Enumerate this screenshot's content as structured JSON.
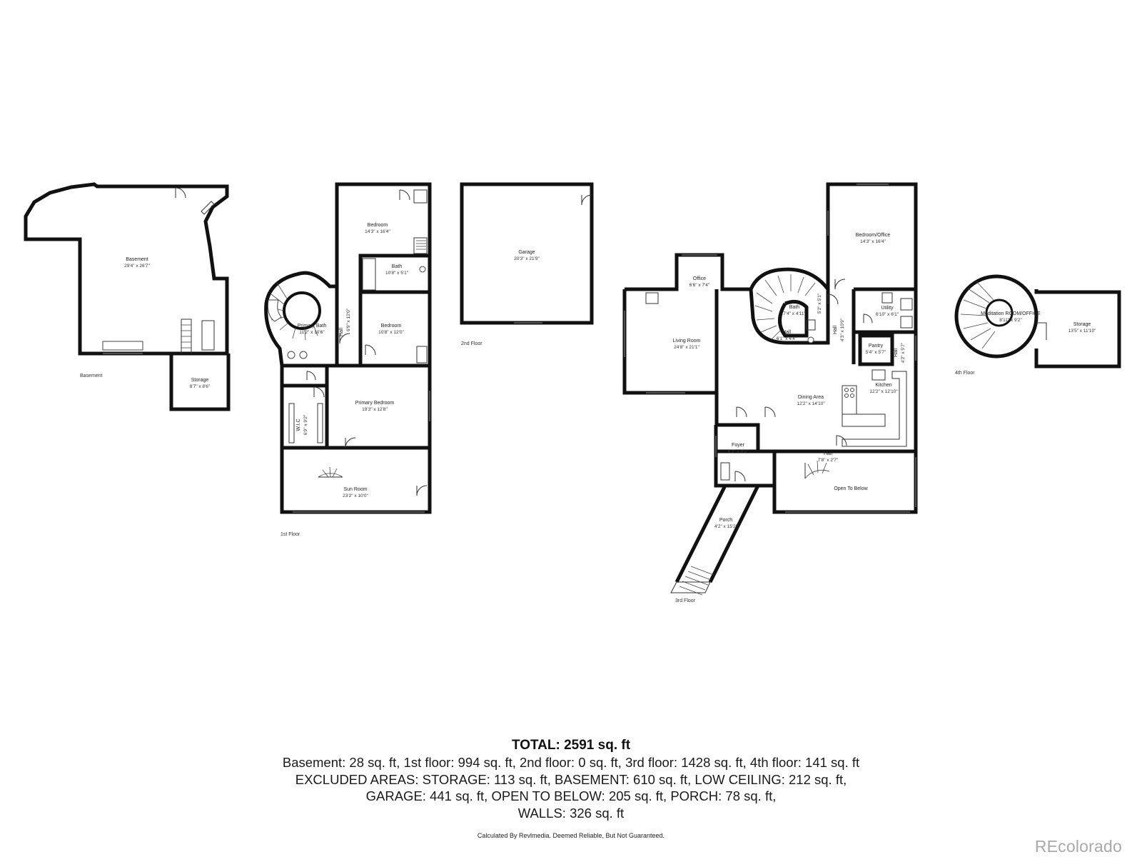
{
  "floors": {
    "basement": {
      "label": "Basement",
      "rooms": [
        {
          "name": "Basement",
          "dim": "29'4\" x 26'7\""
        },
        {
          "name": "Storage",
          "dim": "8'7\" x 8'6\""
        }
      ]
    },
    "first": {
      "label": "1st Floor",
      "rooms": [
        {
          "name": "Bedroom",
          "dim": "14'3\" x 16'4\""
        },
        {
          "name": "Bath",
          "dim": "10'8\" x 5'1\""
        },
        {
          "name": "Primary Bath",
          "dim": "11'2\" x 10'6\""
        },
        {
          "name": "Hall",
          "dim": "6'9\" x 12'0\""
        },
        {
          "name": "Bedroom",
          "dim": "10'8\" x 12'0\""
        },
        {
          "name": "Primary Bedroom",
          "dim": "19'3\" x 12'8\""
        },
        {
          "name": "W.I.C",
          "dim": "6'9\" x 9'2\""
        },
        {
          "name": "Sun Room",
          "dim": "23'2\" x 10'0\""
        }
      ]
    },
    "second": {
      "label": "2nd Floor",
      "rooms": [
        {
          "name": "Garage",
          "dim": "20'3\" x 21'9\""
        }
      ]
    },
    "third": {
      "label": "3rd Floor",
      "rooms": [
        {
          "name": "Office",
          "dim": "6'6\" x 7'4\""
        },
        {
          "name": "Living Room",
          "dim": "24'8\" x 21'1\""
        },
        {
          "name": "Bath",
          "dim": "7'4\" x 4'11\""
        },
        {
          "name": "Hall",
          "dim": "6'1\" x 4'4\""
        },
        {
          "name": "Bedroom/Office",
          "dim": "14'3\" x 16'4\""
        },
        {
          "name": "Utility",
          "dim": "6'10\" x 6'1\""
        },
        {
          "name": "Hall",
          "dim": "4'3\" x 10'9\""
        },
        {
          "name": "Pantry",
          "dim": "5'4\" x 5'7\""
        },
        {
          "name": "Hall",
          "dim": "4'2\" x 5'7\""
        },
        {
          "name": "Kitchen",
          "dim": "12'2\" x 12'10\""
        },
        {
          "name": "Dining Area",
          "dim": "12'2\" x 14'10\""
        },
        {
          "name": "Foyer",
          "dim": "6'3\" x 9'1\""
        },
        {
          "name": "Hall",
          "dim": "7'8\" x 2'7\""
        },
        {
          "name": "Open To Below",
          "dim": ""
        },
        {
          "name": "Porch",
          "dim": "4'2\" x 15'2\""
        },
        {
          "name": "",
          "dim": "5'2\" x 5'1\""
        }
      ]
    },
    "fourth": {
      "label": "4th Floor",
      "rooms": [
        {
          "name": "Meditation ROOM/OFFICE",
          "dim": "8'11\" x 9'2\""
        },
        {
          "name": "Storage",
          "dim": "13'5\" x 11'10\""
        }
      ]
    }
  },
  "summary": {
    "total": "TOTAL: 2591 sq. ft",
    "lines": [
      "Basement: 28 sq. ft, 1st floor: 994 sq. ft, 2nd floor: 0 sq. ft, 3rd floor: 1428 sq. ft, 4th floor: 141 sq. ft",
      "EXCLUDED AREAS: STORAGE: 113 sq. ft, BASEMENT: 610 sq. ft, LOW CEILING: 212 sq. ft,",
      "GARAGE: 441 sq. ft, OPEN TO BELOW: 205 sq. ft, PORCH: 78 sq. ft,",
      "WALLS: 326 sq. ft"
    ]
  },
  "disclaimer": "Calculated By Revlmedia. Deemed Reliable, But Not Guaranteed.",
  "logo_text": "REcolorado"
}
